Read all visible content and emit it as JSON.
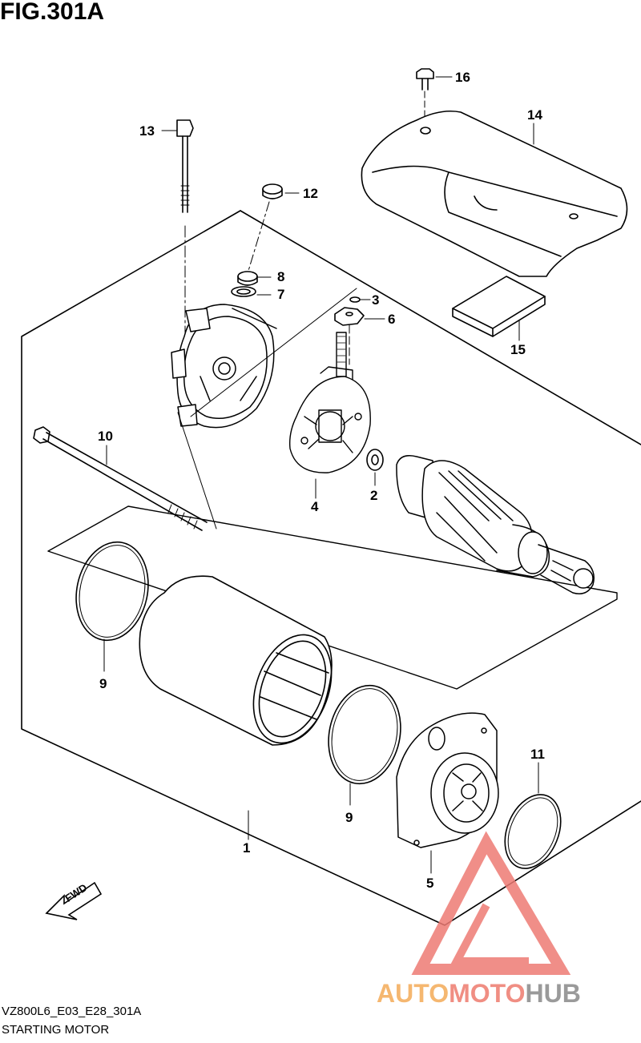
{
  "figure": {
    "title": "FIG.301A",
    "code": "VZ800L6_E03_E28_301A",
    "name": "STARTING MOTOR",
    "fwd_label": "FWD"
  },
  "callouts": {
    "p1": "1",
    "p2": "2",
    "p3": "3",
    "p4": "4",
    "p5": "5",
    "p6": "6",
    "p7": "7",
    "p8": "8",
    "p9a": "9",
    "p9b": "9",
    "p10": "10",
    "p11": "11",
    "p12": "12",
    "p13": "13",
    "p14": "14",
    "p15": "15",
    "p16": "16"
  },
  "watermark": {
    "part_a": "AUTO",
    "part_b": "MOTO",
    "part_c": "HUB",
    "colors": {
      "auto": "#f5b770",
      "moto": "#f08e83",
      "hub": "#9a9a9a",
      "triangle": "#ee7b74"
    }
  }
}
